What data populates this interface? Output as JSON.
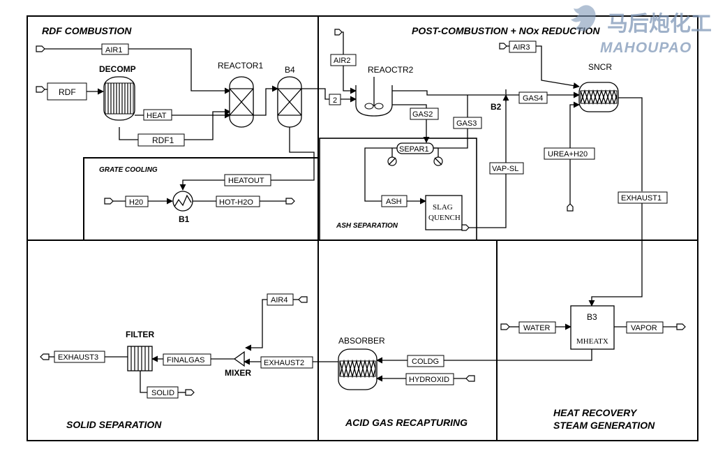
{
  "sections": {
    "rdf_combustion": "RDF COMBUSTION",
    "post_combustion": "POST-COMBUSTION + NOx REDUCTION",
    "grate_cooling": "GRATE COOLING",
    "ash_separation": "ASH SEPARATION",
    "solid_separation": "SOLID SEPARATION",
    "acid_gas": "ACID GAS RECAPTURING",
    "heat_recovery_1": "HEAT RECOVERY",
    "heat_recovery_2": "STEAM GENERATION"
  },
  "blocks": {
    "decomp": "DECOMP",
    "reactor1": "REACTOR1",
    "b4": "B4",
    "reactor2": "REAOCTR2",
    "b2": "B2",
    "sncr": "SNCR",
    "separ1": "SEPAR1",
    "slag_quench_1": "SLAG",
    "slag_quench_2": "QUENCH",
    "b1": "B1",
    "b3": "B3",
    "mheatx": "MHEATX",
    "absorber": "ABSORBER",
    "filter": "FILTER",
    "mixer": "MIXER"
  },
  "streams": {
    "air1": "AIR1",
    "rdf": "RDF",
    "heat": "HEAT",
    "rdf1": "RDF1",
    "air2": "AIR2",
    "s2": "2",
    "gas2": "GAS2",
    "gas3": "GAS3",
    "air3": "AIR3",
    "gas4": "GAS4",
    "urea": "UREA+H20",
    "vapsl": "VAP-SL",
    "exhaust1": "EXHAUST1",
    "ash": "ASH",
    "heatout": "HEATOUT",
    "h2o": "H20",
    "hoth2o": "HOT-H2O",
    "water": "WATER",
    "vapor": "VAPOR",
    "air4": "AIR4",
    "exhaust2": "EXHAUST2",
    "coldg": "COLDG",
    "hydroxid": "HYDROXID",
    "finalgas": "FINALGAS",
    "exhaust3": "EXHAUST3",
    "solid": "SOLID"
  },
  "watermark": {
    "cn": "马后炮化工",
    "en": "MAHOUPAO"
  }
}
